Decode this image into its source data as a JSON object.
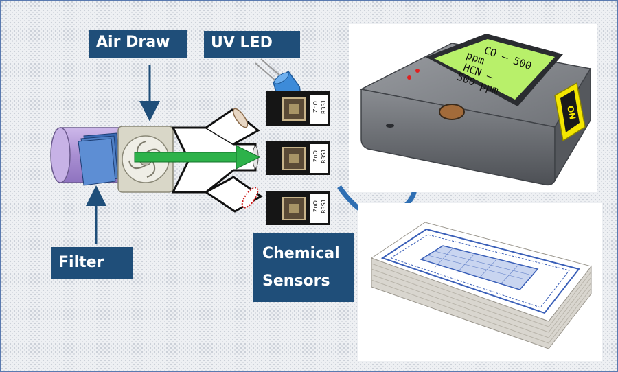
{
  "labels": {
    "air_draw": "Air Draw",
    "uv_led": "UV LED",
    "filter": "Filter",
    "chemical_sensors_line1": "Chemical",
    "chemical_sensors_line2": "Sensors"
  },
  "device": {
    "screen_line1": "CO – 500",
    "screen_line2": "ppm",
    "screen_line3": "HCN –",
    "screen_line4": "500 ppm",
    "button_label": "ON"
  },
  "sensor_chip": {
    "marking_line1": "ZnO",
    "marking_line2": "R3S1"
  },
  "colors": {
    "label_background": "#1f4e79",
    "flow_arrow": "#2db24a",
    "device_body": "#6d7075",
    "screen": "#b8f06a",
    "on_button": "#f4e600",
    "uv_led": "#3d8bd9",
    "filter_cylinder": "#b49ad6",
    "filter_media": "#4f7fc4",
    "card_pattern": "#3a5fb8"
  }
}
